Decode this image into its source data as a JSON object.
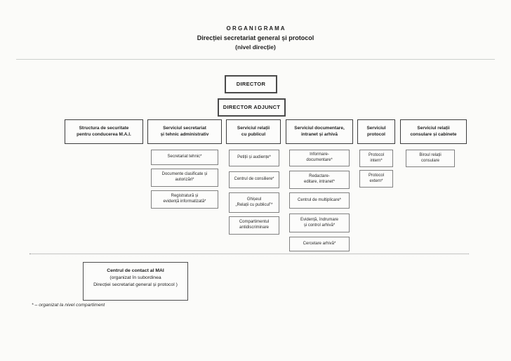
{
  "title": {
    "line1": "O R G A N I G R A M A",
    "line2": "Direcției secretariat general și protocol",
    "line3": "(nivel direcție)"
  },
  "director_box": {
    "label": "DIRECTOR"
  },
  "adjunct_box": {
    "label": "DIRECTOR ADJUNCT"
  },
  "columns": [
    {
      "header": "Structura de securitate\npentru conducerea  M.A.I.",
      "children": []
    },
    {
      "header": "Serviciul secretariat\nși tehnic administrativ",
      "children": [
        "Secretariat tehnic*",
        "Documente clasificate și\nautorizări*",
        "Registratură și\nevidență informatizată*"
      ]
    },
    {
      "header": "Serviciul relații\ncu publicul",
      "children": [
        "Petiții și audiențe*",
        "Centrul de consiliere*",
        "Ghișeul\n„Relații cu publicul”*",
        "Compartimentul\nantidiscriminare"
      ]
    },
    {
      "header": "Serviciul documentare,\nintranet și arhivă",
      "children": [
        "Informare-\ndocumentare*",
        "Redactare-\neditare, intranet*",
        "Centrul de multiplicare*",
        "Evidență, îndrumare\nși control arhivă*",
        "Cercetare arhivă*"
      ]
    },
    {
      "header": "Serviciul\nprotocol",
      "children": [
        "Protocol\nintern*",
        "Protocol\nextern*"
      ]
    },
    {
      "header": "Serviciul relații\nconsulare și cabinete",
      "children": [
        "Biroul relații\nconsulare"
      ]
    }
  ],
  "contact_box": {
    "line1": "Centrul de contact al MAI",
    "line2": "(organizat în subordinea",
    "line3": "Direcției secretariat general și protocol )"
  },
  "footnote": "* – organizat la nivel compartiment",
  "colors": {
    "header_border": "#3d3d3d",
    "child_border": "#808080",
    "separator": "#ccd0cc",
    "background": "#fbfbf9"
  }
}
